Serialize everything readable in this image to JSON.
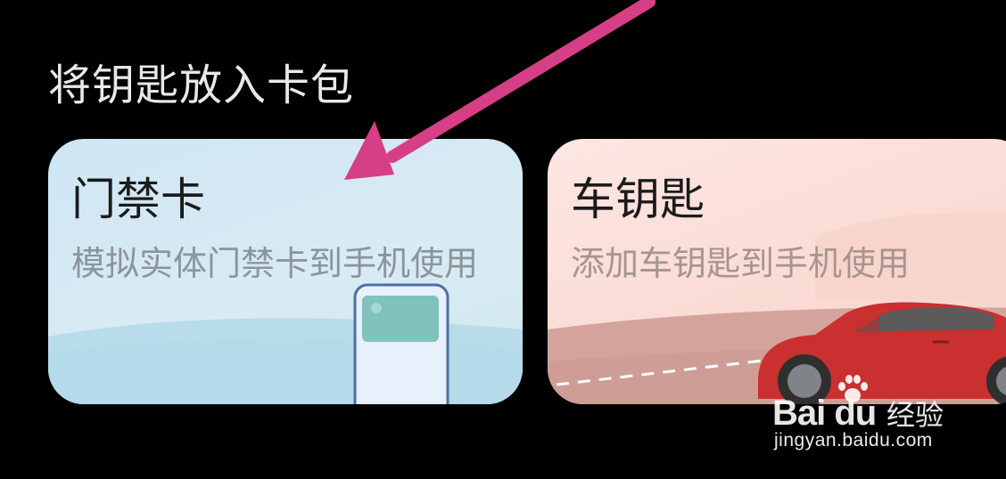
{
  "section": {
    "title": "将钥匙放入卡包"
  },
  "cards": {
    "access_card": {
      "title": "门禁卡",
      "description": "模拟实体门禁卡到手机使用"
    },
    "car_key": {
      "title": "车钥匙",
      "description": "添加车钥匙到手机使用"
    }
  },
  "watermark": {
    "logo": "Bai du",
    "site_name": "经验",
    "domain": "jingyan.baidu.com"
  },
  "colors": {
    "background": "#000000",
    "arrow": "#d63f86",
    "access_card_bg": "#d4e9f4",
    "car_card_bg": "#fbe0da",
    "car_body": "#c9302f"
  },
  "icons": {
    "arrow": "pointer-arrow-icon",
    "phone": "phone-illustration",
    "car": "car-illustration",
    "paw": "baidu-paw-icon"
  }
}
